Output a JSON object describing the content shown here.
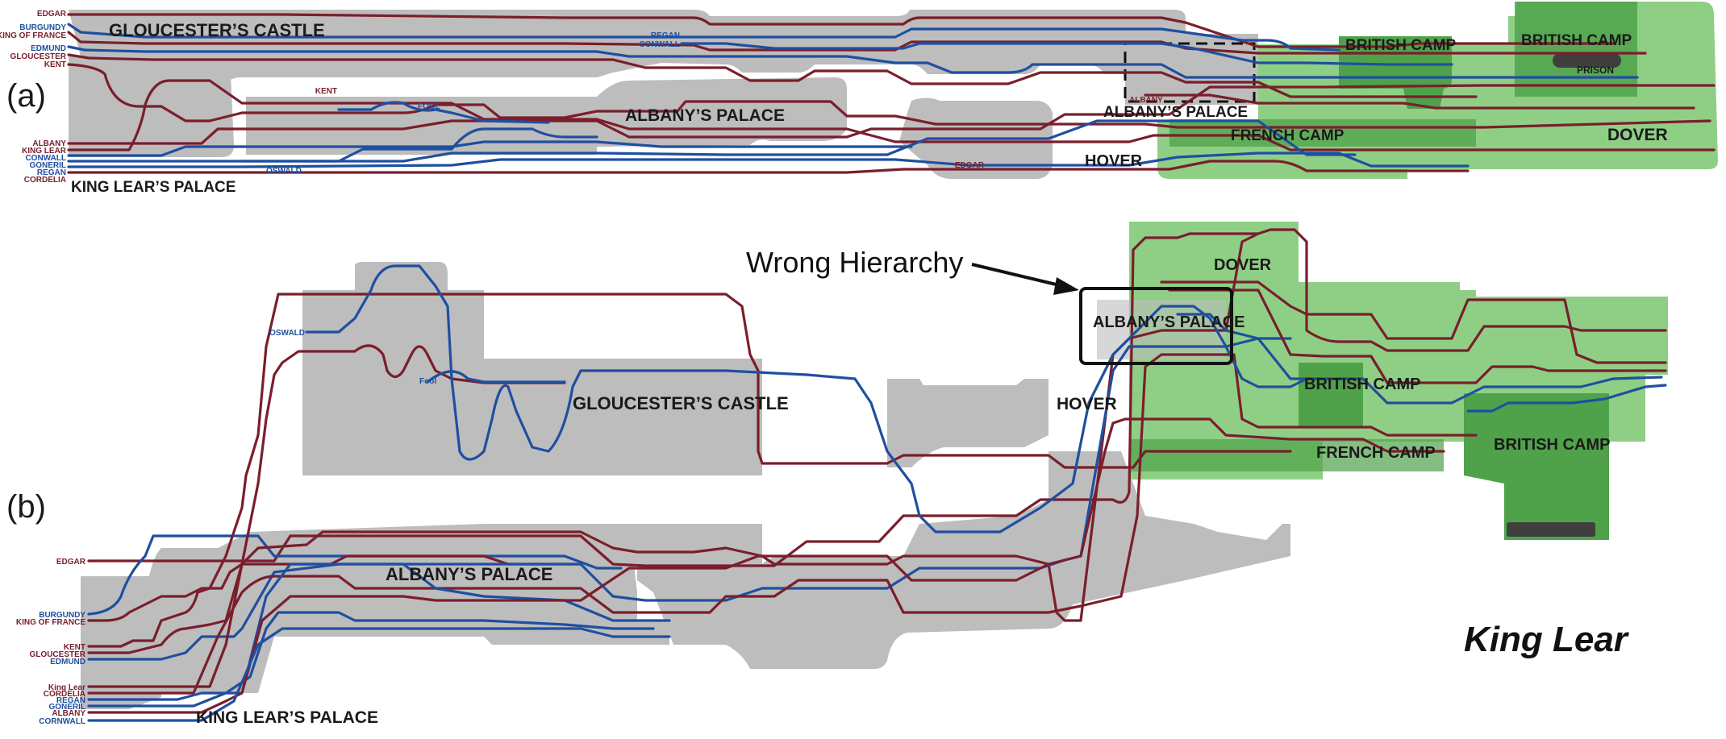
{
  "figure": {
    "title": "King Lear",
    "annotation": "Wrong Hierarchy",
    "panels": [
      {
        "label": "(a)"
      },
      {
        "label": "(b)"
      }
    ]
  },
  "colors": {
    "male_line": "#7a1e2c",
    "female_line": "#1f4fa0",
    "location_gray": "#bdbdbd",
    "dover_green": "#8fcf85",
    "camp_green": "#4fa24a",
    "prison_dark": "#3f3f3f",
    "text_male": "#7a1e2c",
    "text_female": "#1f4fa0"
  },
  "panel_a": {
    "locations": [
      "GLOUCESTER’S CASTLE",
      "ALBANY’S PALACE",
      "KING LEAR’S PALACE",
      "HOVER",
      "ALBANY’S PALACE",
      "FRENCH CAMP",
      "BRITISH CAMP",
      "BRITISH CAMP",
      "PRISON",
      "DOVER"
    ],
    "characters_top": [
      {
        "name": "EDGAR",
        "color": "male"
      },
      {
        "name": "BURGUNDY",
        "color": "female"
      },
      {
        "name": "KING OF FRANCE",
        "color": "male"
      },
      {
        "name": "EDMUND",
        "color": "female"
      },
      {
        "name": "GLOUCESTER",
        "color": "male"
      },
      {
        "name": "KENT",
        "color": "male"
      }
    ],
    "characters_bottom": [
      {
        "name": "ALBANY",
        "color": "male"
      },
      {
        "name": "KING LEAR",
        "color": "male"
      },
      {
        "name": "CONWALL",
        "color": "female"
      },
      {
        "name": "GONERIL",
        "color": "female"
      },
      {
        "name": "REGAN",
        "color": "female"
      },
      {
        "name": "CORDELIA",
        "color": "male"
      }
    ],
    "inline_labels": [
      {
        "name": "REGAN",
        "color": "female"
      },
      {
        "name": "CONWALL",
        "color": "female"
      },
      {
        "name": "KENT",
        "color": "male"
      },
      {
        "name": "FOOL",
        "color": "female"
      },
      {
        "name": "OSWALD",
        "color": "female"
      },
      {
        "name": "EDGAR",
        "color": "male"
      },
      {
        "name": "ALBANY",
        "color": "male"
      }
    ]
  },
  "panel_b": {
    "locations": [
      "GLOUCESTER’S CASTLE",
      "ALBANY’S PALACE",
      "KING LEAR’S PALACE",
      "HOVER",
      "ALBANY’S PALACE",
      "DOVER",
      "BRITISH CAMP",
      "FRENCH CAMP",
      "BRITISH CAMP"
    ],
    "characters": [
      {
        "name": "EDGAR",
        "color": "male"
      },
      {
        "name": "BURGUNDY",
        "color": "female"
      },
      {
        "name": "KING OF FRANCE",
        "color": "male"
      },
      {
        "name": "KENT",
        "color": "male"
      },
      {
        "name": "GLOUCESTER",
        "color": "male"
      },
      {
        "name": "EDMUND",
        "color": "female"
      },
      {
        "name": "King Lear",
        "color": "male"
      },
      {
        "name": "CORDELIA",
        "color": "male"
      },
      {
        "name": "REGAN",
        "color": "female"
      },
      {
        "name": "GONERIL",
        "color": "female"
      },
      {
        "name": "ALBANY",
        "color": "male"
      },
      {
        "name": "CORNWALL",
        "color": "female"
      }
    ],
    "inline_labels": [
      {
        "name": "OSWALD",
        "color": "female"
      },
      {
        "name": "Fool",
        "color": "female"
      }
    ]
  }
}
